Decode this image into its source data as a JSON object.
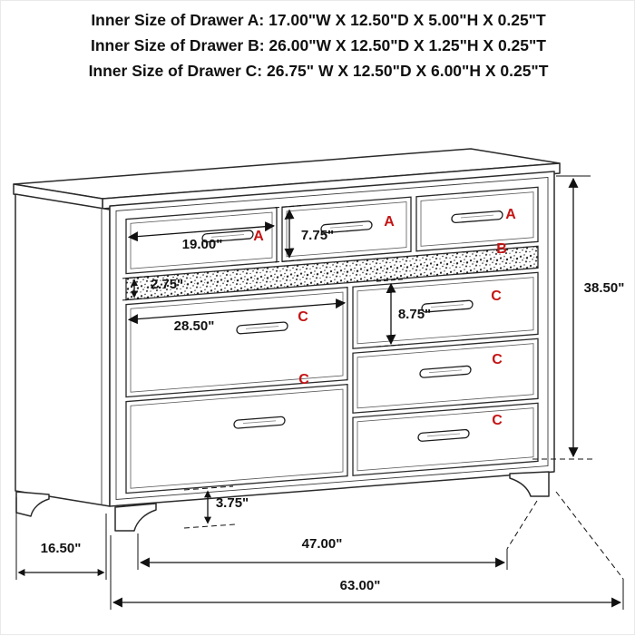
{
  "header": {
    "lines": [
      "Inner Size of Drawer A: 17.00\"W X 12.50\"D X 5.00\"H X 0.25\"T",
      "Inner Size of Drawer B: 26.00\"W X 12.50\"D X 1.25\"H X 0.25\"T",
      "Inner Size of Drawer C: 26.75\" W X 12.50\"D X 6.00\"H X 0.25\"T"
    ]
  },
  "dresser": {
    "subject": "7-drawer dresser dimension diagram",
    "drawer_letters": {
      "a1": "A",
      "a2": "A",
      "a3": "A",
      "b": "B",
      "c_left_1": "C",
      "c_left_2": "C",
      "c_right_1": "C",
      "c_right_2": "C",
      "c_right_3": "C"
    },
    "dimensions": {
      "drawer_a_opening_width": "19.00\"",
      "top_drawer_height": "7.75\"",
      "jewelry_drawer_height": "2.75\"",
      "drawer_c_opening_width": "28.50\"",
      "drawer_c_height": "8.75\"",
      "overall_height": "38.50\"",
      "base_height": "3.75\"",
      "depth": "16.50\"",
      "inner_leg_span": "47.00\"",
      "overall_width": "63.00\""
    },
    "colors": {
      "label_red": "#c41414",
      "line": "#2a2a2a"
    }
  }
}
